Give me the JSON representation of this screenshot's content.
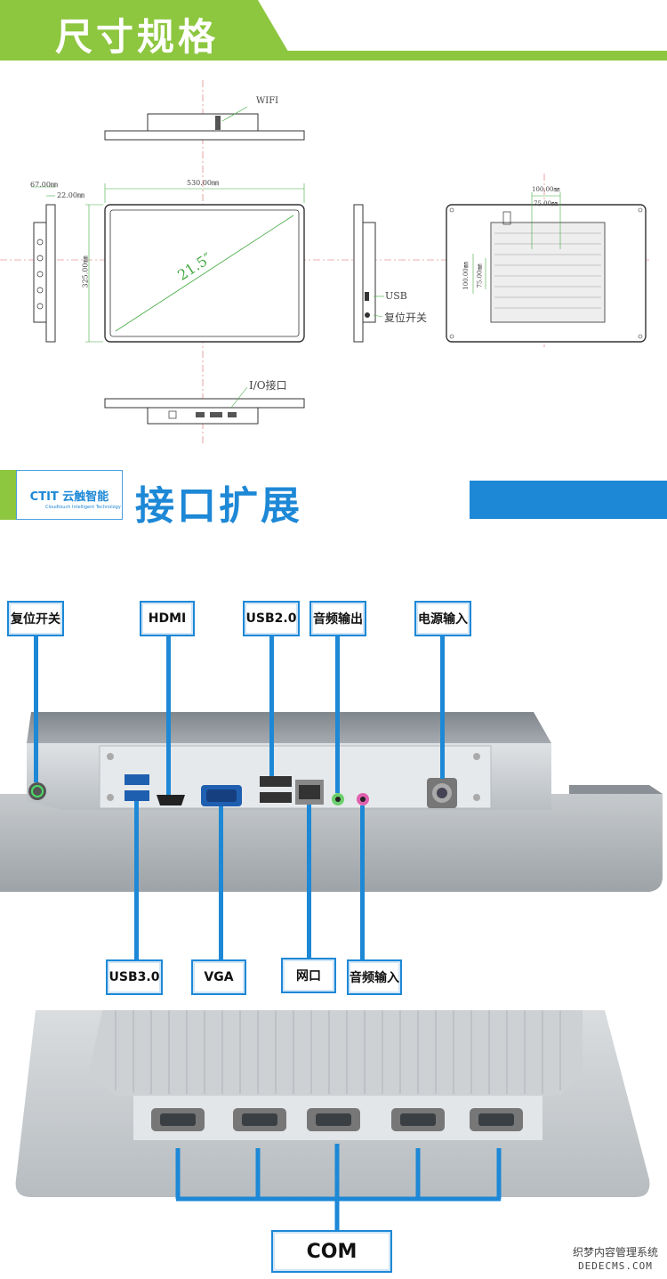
{
  "specs": {
    "title": "尺寸规格",
    "drawing": {
      "wifi_label": "WIFI",
      "screen_size": "21.5″",
      "width_dim": "530.00㎜",
      "height_dim": "325.00㎜",
      "depth_dim": "67.00㎜",
      "depth_dim2": "22.00㎜",
      "usb_label": "USB",
      "reset_label": "复位开关",
      "io_label": "I/O接口",
      "rear_dim1": "100.00㎜",
      "rear_dim2": "75.00㎜",
      "rear_dim3": "100.00㎜",
      "rear_dim4": "75.00㎜"
    }
  },
  "brand": {
    "logo_text": "CTIT 云触智能",
    "logo_sub": "Cloudtouch Intelligent Technology"
  },
  "interfaces": {
    "title": "接口扩展",
    "top_labels": [
      "复位开关",
      "HDMI",
      "USB2.0",
      "音频输出",
      "电源输入"
    ],
    "bottom_labels": [
      "USB3.0",
      "VGA",
      "网口",
      "音频输入"
    ]
  },
  "com": {
    "label": "COM"
  },
  "watermark": {
    "line1": "织梦内容管理系统",
    "line2": "DEDECMS.COM"
  },
  "colors": {
    "green": "#8dc63f",
    "blue": "#1d88d6"
  }
}
